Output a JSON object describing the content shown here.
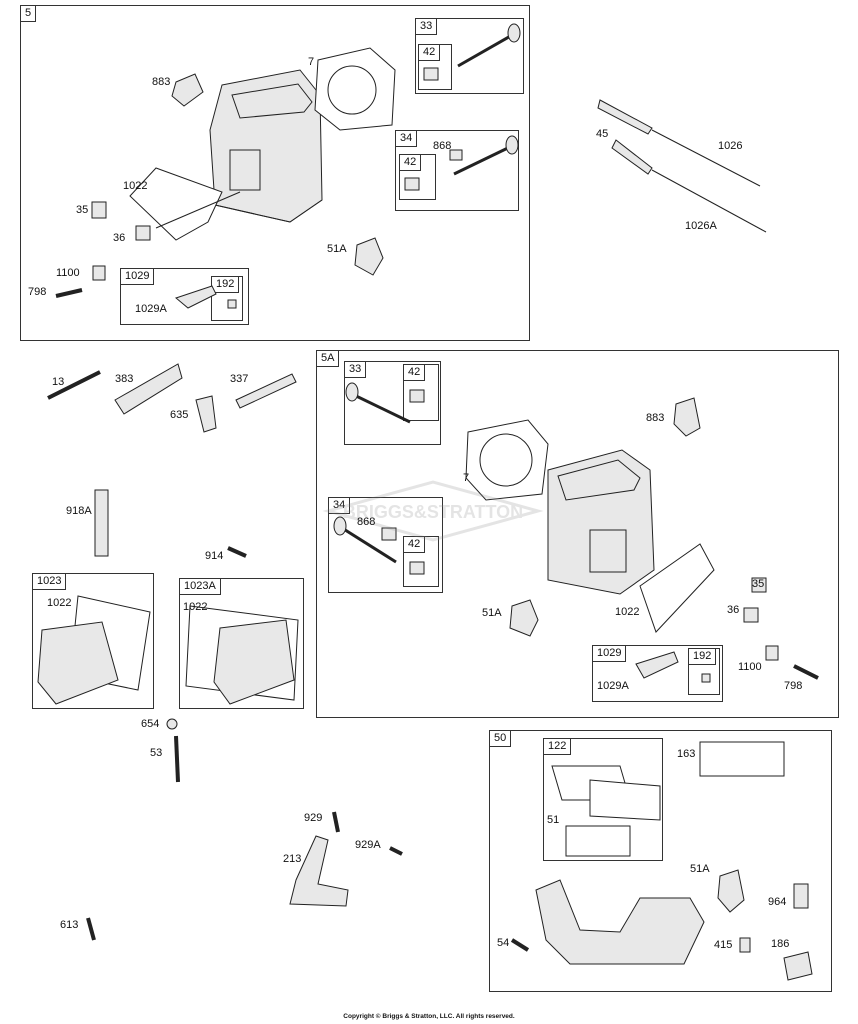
{
  "watermark": "BRIGGS&STRATTON",
  "copyright": "Copyright © Briggs & Stratton, LLC. All rights reserved.",
  "boxes": {
    "b5": "5",
    "b33": "33",
    "b42a": "42",
    "b34": "34",
    "b42b": "42",
    "b1029": "1029",
    "b192": "192",
    "b5A": "5A",
    "b33A": "33",
    "b42c": "42",
    "b34A": "34",
    "b42d": "42",
    "b1029A": "1029",
    "b192A": "192",
    "b1023": "1023",
    "b1023A": "1023A",
    "b50": "50",
    "b122": "122"
  },
  "labels": {
    "l883": "883",
    "l7": "7",
    "l1022": "1022",
    "l35": "35",
    "l36": "36",
    "l1100": "1100",
    "l798": "798",
    "l1029A": "1029A",
    "l51A": "51A",
    "l868": "868",
    "l45": "45",
    "l1026": "1026",
    "l1026A": "1026A",
    "l13": "13",
    "l383": "383",
    "l337": "337",
    "l635": "635",
    "l918A": "918A",
    "l914": "914",
    "l1022a": "1022",
    "l1022b": "1022",
    "l654": "654",
    "l53": "53",
    "r883": "883",
    "r7": "7",
    "r868": "868",
    "r51A": "51A",
    "r1022": "1022",
    "r35": "35",
    "r36": "36",
    "r1100": "1100",
    "r798": "798",
    "r1029A": "1029A",
    "l929": "929",
    "l929A": "929A",
    "l213": "213",
    "l613": "613",
    "l163": "163",
    "l51": "51",
    "l51A2": "51A",
    "l964": "964",
    "l54": "54",
    "l415": "415",
    "l186": "186"
  }
}
